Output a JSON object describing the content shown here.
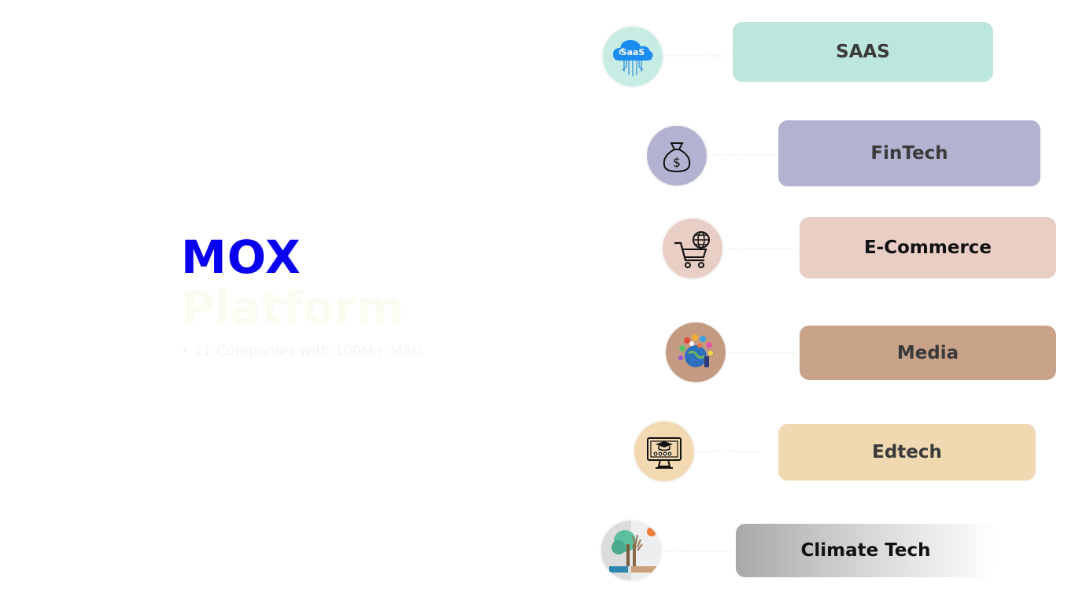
{
  "title": {
    "brand": "MOX",
    "subtitle_line": "Platform",
    "tagline": "• 11 Companies with 100M+ MAU"
  },
  "categories": [
    {
      "label": "SAAS",
      "icon": "saas-cloud-icon",
      "color": "#bde6dd",
      "icon_bg": "#c6ece3",
      "text_color": "#3a3a3a"
    },
    {
      "label": "FinTech",
      "icon": "money-bag-icon",
      "color": "#b3b3d1",
      "icon_bg": "#b3b3d1",
      "text_color": "#3a3a3a"
    },
    {
      "label": "E-Commerce",
      "icon": "shopping-cart-globe-icon",
      "color": "#e8cec4",
      "icon_bg": "#e8cec4",
      "text_color": "#111111"
    },
    {
      "label": "Media",
      "icon": "media-globe-icon",
      "color": "#c9a28a",
      "icon_bg": "#c49a82",
      "text_color": "#3a3a3a"
    },
    {
      "label": "Edtech",
      "icon": "edtech-monitor-icon",
      "color": "#f0d9b1",
      "icon_bg": "#f2d9b1",
      "text_color": "#3a3a3a"
    },
    {
      "label": "Climate Tech",
      "icon": "climate-tree-icon",
      "color": "linear-gradient(90deg,#a8a8a8 0%,#d2d2d2 45%,#ffffff 100%)",
      "icon_bg": "#e2e2e2",
      "text_color": "#111111"
    }
  ]
}
